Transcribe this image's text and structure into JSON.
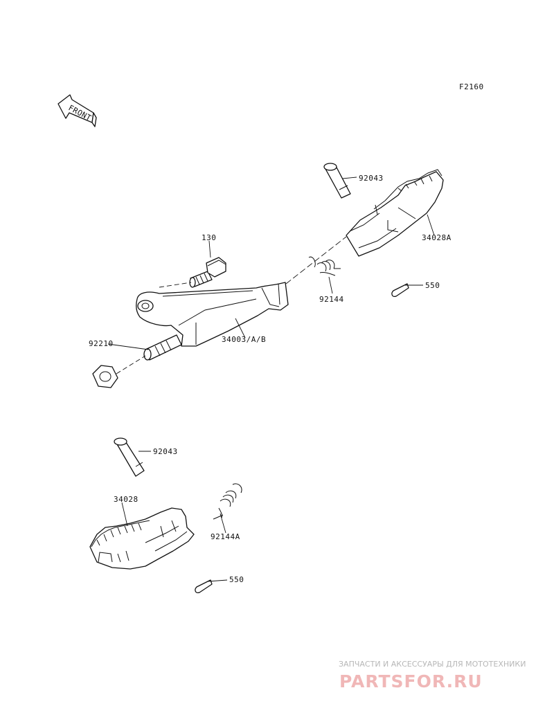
{
  "diagram": {
    "code": "F2160",
    "front_label": "FRONT",
    "parts": {
      "pivot_bolt": "130",
      "nut": "92210",
      "step_bracket": "34003/A/B",
      "pin_right": "92043",
      "step_right": "34028A",
      "spring_right": "92144",
      "cotter_right": "550",
      "pin_left": "92043",
      "step_left": "34028",
      "spring_left": "92144A",
      "cotter_left": "550"
    }
  },
  "watermark": {
    "tagline": "ЗАПЧАСТИ И АКСЕССУАРЫ ДЛЯ МОТОТЕХНИКИ",
    "brand": "PARTSFOR.RU"
  }
}
